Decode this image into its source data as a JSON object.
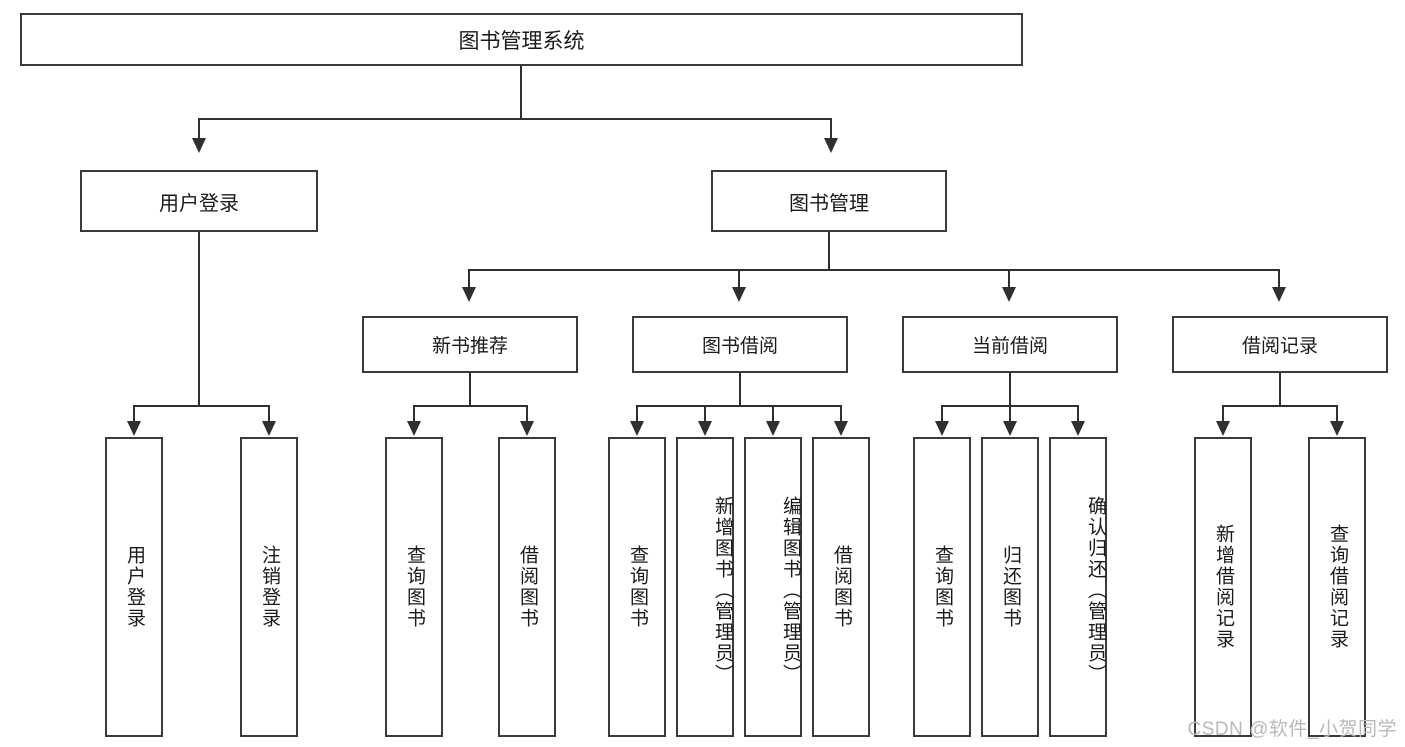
{
  "diagram": {
    "title": "图书管理系统",
    "type": "tree-hierarchy-diagram",
    "colors": {
      "box_border": "#3a3a3a",
      "connector": "#2f2f2f",
      "background": "#ffffff",
      "watermark_text": "#b9b9b9"
    },
    "root": {
      "label": "图书管理系统"
    },
    "level2": [
      {
        "label": "用户登录"
      },
      {
        "label": "图书管理"
      }
    ],
    "level3": [
      {
        "label": "新书推荐"
      },
      {
        "label": "图书借阅"
      },
      {
        "label": "当前借阅"
      },
      {
        "label": "借阅记录"
      }
    ],
    "leaves": {
      "user_login": [
        {
          "label": "用户登录"
        },
        {
          "label": "注销登录"
        }
      ],
      "new_book_recommend": [
        {
          "label": "查询图书"
        },
        {
          "label": "借阅图书"
        }
      ],
      "book_borrow": [
        {
          "label": "查询图书"
        },
        {
          "label": "新增图书（管理员）"
        },
        {
          "label": "编辑图书（管理员）"
        },
        {
          "label": "借阅图书"
        }
      ],
      "current_borrow": [
        {
          "label": "查询图书"
        },
        {
          "label": "归还图书"
        },
        {
          "label": "确认归还（管理员）"
        }
      ],
      "borrow_record": [
        {
          "label": "新增借阅记录"
        },
        {
          "label": "查询借阅记录"
        }
      ]
    }
  },
  "watermark": {
    "text": "CSDN @软件_小贺同学"
  }
}
